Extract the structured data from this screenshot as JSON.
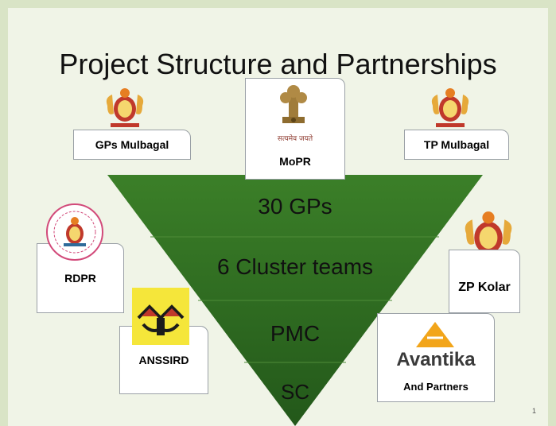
{
  "title": "Project Structure and Partnerships",
  "pyramid": {
    "levels": [
      "30 GPs",
      "6 Cluster teams",
      "PMC",
      "SC"
    ],
    "color": "#2e6b1f"
  },
  "partners": {
    "gps_mulbagal": "GPs Mulbagal",
    "mopr": "MoPR",
    "mopr_motto": "सत्यमेव जयते",
    "tp_mulbagal": "TP Mulbagal",
    "rdpr": "RDPR",
    "zp_kolar": "ZP Kolar",
    "anssird": "ANSSIRD",
    "avantika_logo": "Avantika",
    "and_partners": "And Partners"
  },
  "page_number": "1"
}
